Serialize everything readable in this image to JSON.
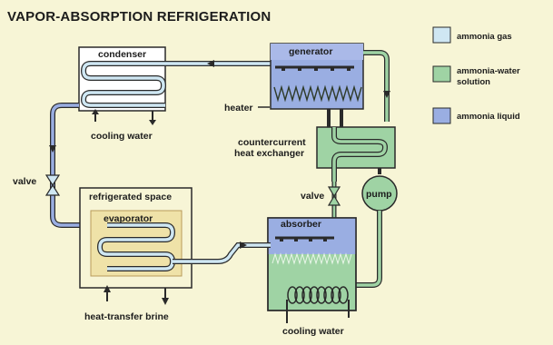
{
  "title": "VAPOR-ABSORPTION REFRIGERATION",
  "labels": {
    "condenser": "condenser",
    "generator": "generator",
    "heater": "heater",
    "cooling_water_top": "cooling water",
    "exchanger_line1": "countercurrent",
    "exchanger_line2": "heat exchanger",
    "valve_left": "valve",
    "valve_right": "valve",
    "pump": "pump",
    "refrigerated_space": "refrigerated space",
    "evaporator": "evaporator",
    "absorber": "absorber",
    "brine": "heat-transfer brine",
    "cooling_water_bottom": "cooling water"
  },
  "legend": [
    {
      "label": "ammonia gas",
      "color": "#cfe7f3"
    },
    {
      "label": "ammonia-water solution",
      "label_line1": "ammonia-water",
      "label_line2": "solution",
      "color": "#9fd3a4"
    },
    {
      "label": "ammonia liquid",
      "color": "#9aaee2"
    }
  ],
  "colors": {
    "background": "#f7f5d6",
    "gas": "#cfe7f3",
    "solution": "#9fd3a4",
    "liquid": "#9aaee2",
    "refrigerated_space": "#efe2a8",
    "outline": "#2a2a2a"
  }
}
